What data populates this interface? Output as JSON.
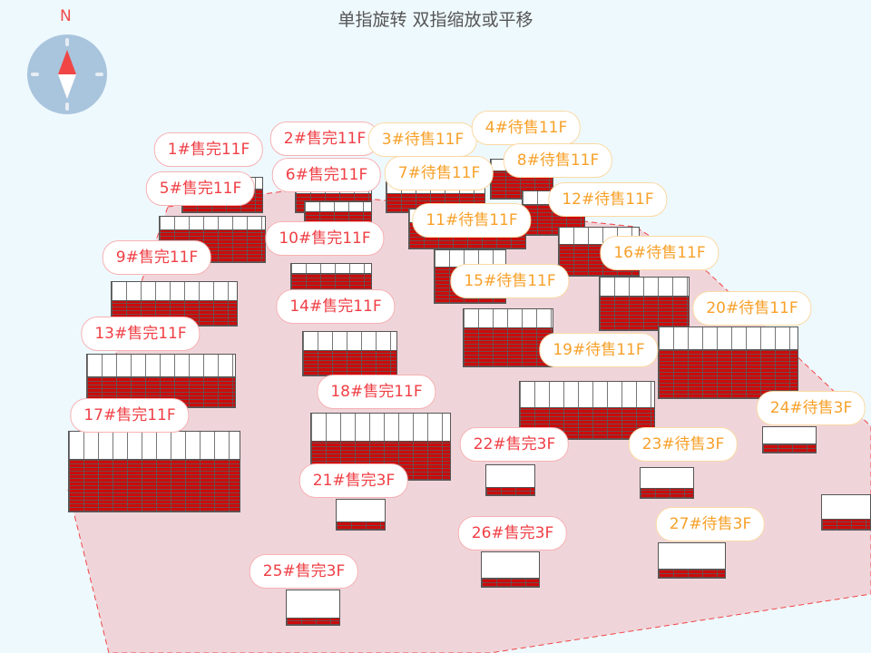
{
  "header": {
    "title": "单指旋转 双指缩放或平移"
  },
  "compass": {
    "north_label": "N",
    "needle_color": "#f04545"
  },
  "colors": {
    "sold": "#ef3f45",
    "for_sale": "#f7a12a",
    "building": "#cc0a0a",
    "ground": "#efd5da"
  },
  "buildings": [
    {
      "label": "1#售完11F",
      "status": "sold"
    },
    {
      "label": "2#售完11F",
      "status": "sold"
    },
    {
      "label": "3#待售11F",
      "status": "sale"
    },
    {
      "label": "4#待售11F",
      "status": "sale"
    },
    {
      "label": "5#售完11F",
      "status": "sold"
    },
    {
      "label": "6#售完11F",
      "status": "sold"
    },
    {
      "label": "7#待售11F",
      "status": "sale"
    },
    {
      "label": "8#待售11F",
      "status": "sale"
    },
    {
      "label": "9#售完11F",
      "status": "sold"
    },
    {
      "label": "10#售完11F",
      "status": "sold"
    },
    {
      "label": "11#待售11F",
      "status": "sale"
    },
    {
      "label": "12#待售11F",
      "status": "sale"
    },
    {
      "label": "13#售完11F",
      "status": "sold"
    },
    {
      "label": "14#售完11F",
      "status": "sold"
    },
    {
      "label": "15#待售11F",
      "status": "sale"
    },
    {
      "label": "16#待售11F",
      "status": "sale"
    },
    {
      "label": "17#售完11F",
      "status": "sold"
    },
    {
      "label": "18#售完11F",
      "status": "sold"
    },
    {
      "label": "19#待售11F",
      "status": "sale"
    },
    {
      "label": "20#待售11F",
      "status": "sale"
    },
    {
      "label": "21#售完3F",
      "status": "sold"
    },
    {
      "label": "22#售完3F",
      "status": "sold"
    },
    {
      "label": "23#待售3F",
      "status": "sale"
    },
    {
      "label": "24#待售3F",
      "status": "sale"
    },
    {
      "label": "25#售完3F",
      "status": "sold"
    },
    {
      "label": "26#售完3F",
      "status": "sold"
    },
    {
      "label": "27#待售3F",
      "status": "sale"
    }
  ]
}
